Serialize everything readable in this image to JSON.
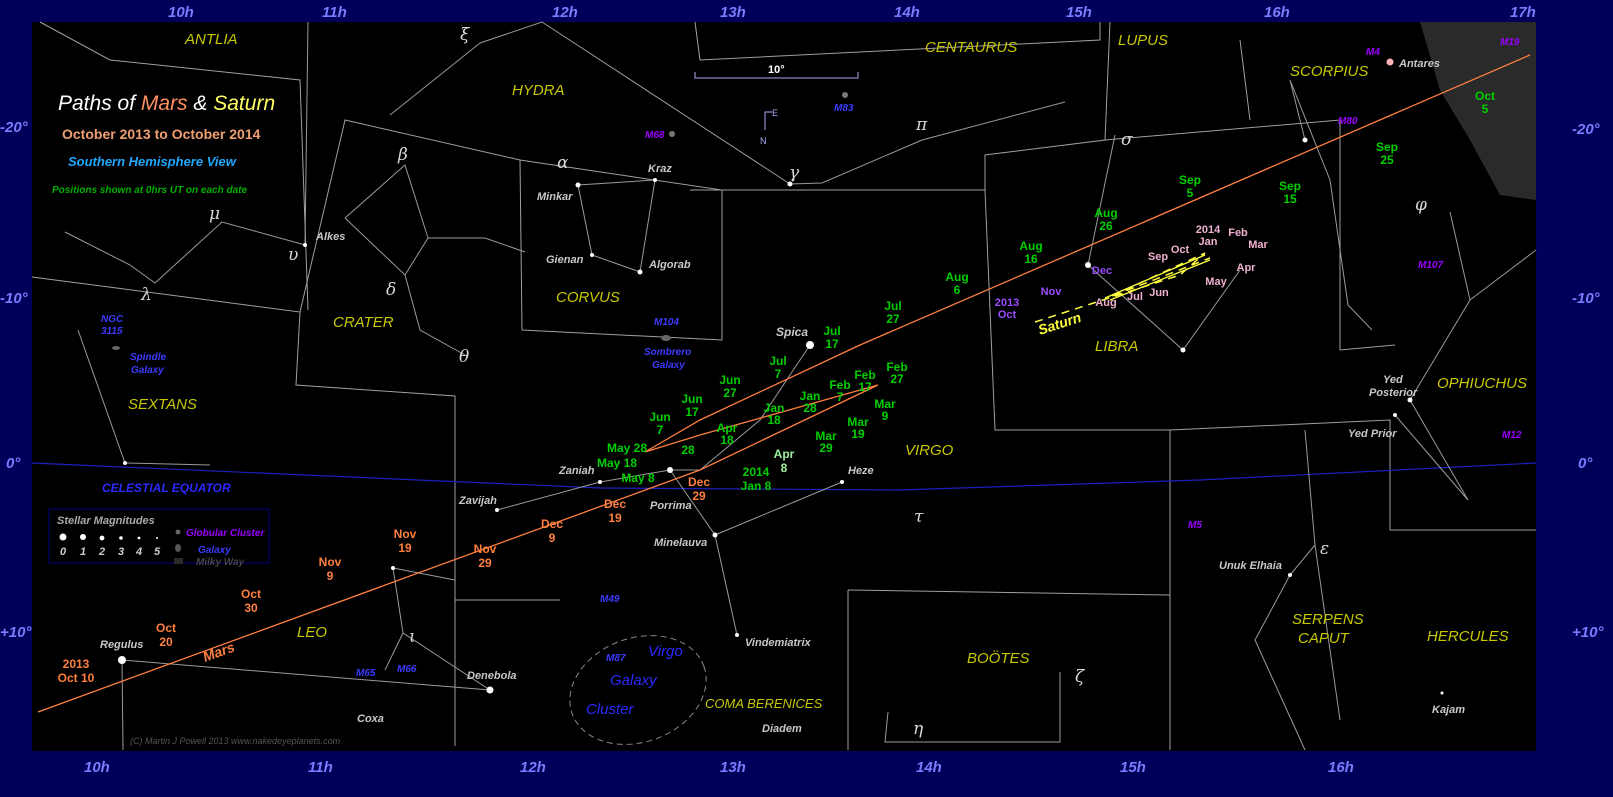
{
  "title": {
    "prefix": "Paths of ",
    "mars": "Mars",
    "amp": " & ",
    "saturn": "Saturn"
  },
  "subtitle": "October 2013 to October 2014",
  "view": "Southern Hemisphere View",
  "note": "Positions shown at 0hrs UT on each date",
  "colors": {
    "mars": "#ff7f3f",
    "saturn": "#ffff40",
    "background": "#000000",
    "frame": "#00005a",
    "equator": "#2020c0"
  },
  "axes": {
    "top_ra": [
      "10h",
      "11h",
      "12h",
      "13h",
      "14h",
      "15h",
      "16h",
      "17h"
    ],
    "bottom_ra": [
      "10h",
      "11h",
      "12h",
      "13h",
      "14h",
      "15h",
      "16h"
    ],
    "dec_left": [
      "-20°",
      "-10°",
      "0°",
      "+10°"
    ],
    "dec_right": [
      "-20°",
      "-10°",
      "0°",
      "+10°"
    ]
  },
  "equator_label": "CELESTIAL EQUATOR",
  "scale_label": "10°",
  "compass": {
    "north": "N",
    "east": "E"
  },
  "constellations": [
    "ANTLIA",
    "HYDRA",
    "CENTAURUS",
    "LUPUS",
    "SCORPIUS",
    "CRATER",
    "CORVUS",
    "SEXTANS",
    "VIRGO",
    "LIBRA",
    "OPHIUCHUS",
    "LEO",
    "SERPENS",
    "CAPUT",
    "HERCULES",
    "BOÖTES",
    "COMA BERENICES"
  ],
  "stars": [
    "Spica",
    "Kraz",
    "Minkar",
    "Gienan",
    "Algorab",
    "Alkes",
    "Zaniah",
    "Zavijah",
    "Porrima",
    "Heze",
    "Minelauva",
    "Vindemiatrix",
    "Regulus",
    "Denebola",
    "Coxa",
    "Diadem",
    "Antares",
    "Yed",
    "Posterior",
    "Yed Prior",
    "Unuk Elhaia",
    "Kajam"
  ],
  "greek": [
    "ξ",
    "π",
    "σ",
    "γ",
    "α",
    "β",
    "δ",
    "μ",
    "υ",
    "λ",
    "θ",
    "ι",
    "τ",
    "ε",
    "ζ",
    "η",
    "φ"
  ],
  "dso": {
    "m68": "M68",
    "m83": "M83",
    "m104": "M104",
    "sombrero": "Sombrero",
    "galaxy": "Galaxy",
    "ngc": "NGC",
    "ngc_num": "3115",
    "spindle": "Spindle",
    "m4": "M4",
    "m80": "M80",
    "m19": "M19",
    "m107": "M107",
    "m12": "M12",
    "m5": "M5",
    "m49": "M49",
    "m87": "M87",
    "m65": "M65",
    "m66": "M66",
    "cluster_virgo": "Virgo",
    "cluster_galaxy": "Galaxy",
    "cluster_cluster": "Cluster"
  },
  "planet_labels": {
    "mars": "Mars",
    "saturn": "Saturn"
  },
  "mars_dates": [
    "2013",
    "Oct 10",
    "Oct",
    "20",
    "Oct",
    "30",
    "Nov",
    "9",
    "Nov",
    "19",
    "Nov",
    "29",
    "Dec",
    "9",
    "Dec",
    "19",
    "Dec",
    "29",
    "2014",
    "Jan 8",
    "Jan",
    "18",
    "Jan",
    "28",
    "Feb",
    "7",
    "Feb",
    "17",
    "Feb",
    "27",
    "Mar",
    "9",
    "Mar",
    "19",
    "Mar",
    "29",
    "Apr",
    "8",
    "Apr",
    "18",
    "28",
    "May 8",
    "May 18",
    "May 28",
    "Jun",
    "7",
    "Jun",
    "17",
    "Jun",
    "27",
    "Jul",
    "7",
    "Jul",
    "17",
    "Jul",
    "27",
    "Aug",
    "6",
    "Aug",
    "16",
    "Aug",
    "26",
    "Sep",
    "5",
    "Sep",
    "15",
    "Sep",
    "25",
    "Oct",
    "5"
  ],
  "saturn_dates": [
    "2013",
    "Oct",
    "Nov",
    "Dec",
    "Aug",
    "Jul",
    "Jun",
    "May",
    "Apr",
    "Mar",
    "Feb",
    "2014",
    "Jan",
    "Oct",
    "Sep"
  ],
  "legend": {
    "title": "Stellar Magnitudes",
    "mags": [
      "0",
      "1",
      "2",
      "3",
      "4",
      "5"
    ],
    "globular": "Globular Cluster",
    "galaxy": "Galaxy",
    "milky_way": "Milky Way"
  },
  "credit": "(C) Martin J Powell 2013   www.nakedeyeplanets.com"
}
